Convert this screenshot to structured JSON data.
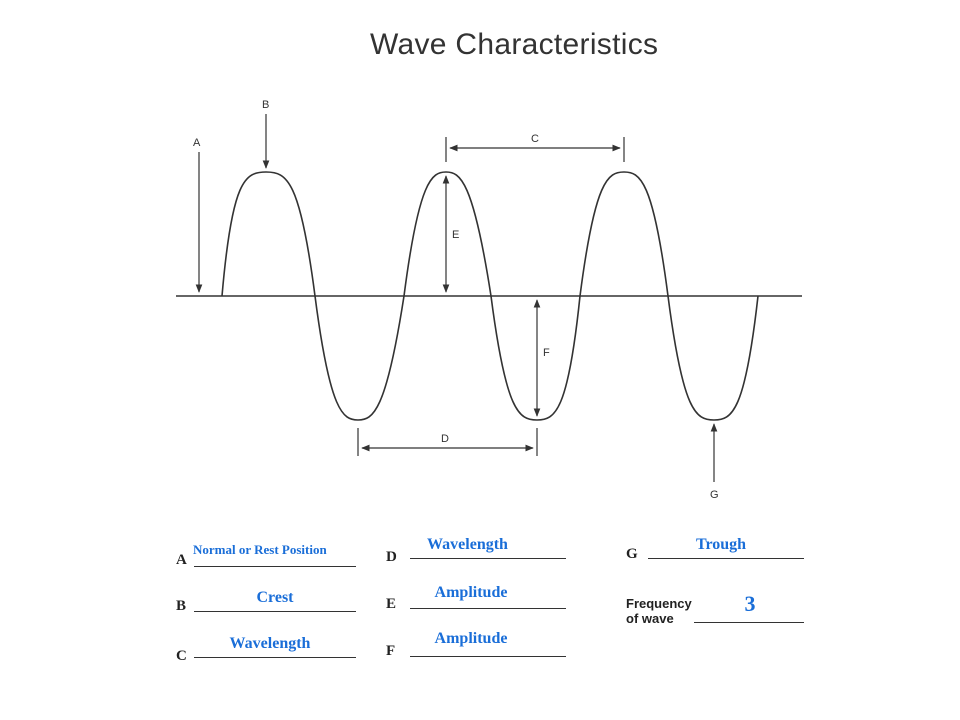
{
  "title": "Wave Characteristics",
  "diagram_labels": {
    "a": "A",
    "b": "B",
    "c": "C",
    "d": "D",
    "e": "E",
    "f": "F",
    "g": "G"
  },
  "worksheet": {
    "row_a": {
      "letter": "A",
      "answer": "Normal or Rest Position"
    },
    "row_b": {
      "letter": "B",
      "answer": "Crest"
    },
    "row_c": {
      "letter": "C",
      "answer": "Wavelength"
    },
    "row_d": {
      "letter": "D",
      "answer": "Wavelength"
    },
    "row_e": {
      "letter": "E",
      "answer": "Amplitude"
    },
    "row_f": {
      "letter": "F",
      "answer": "Amplitude"
    },
    "row_g": {
      "letter": "G",
      "answer": "Trough"
    },
    "frequency": {
      "label_line1": "Frequency",
      "label_line2": "of wave",
      "answer": "3"
    }
  },
  "colors": {
    "answer": "#1a6ed8",
    "ink": "#333333"
  }
}
